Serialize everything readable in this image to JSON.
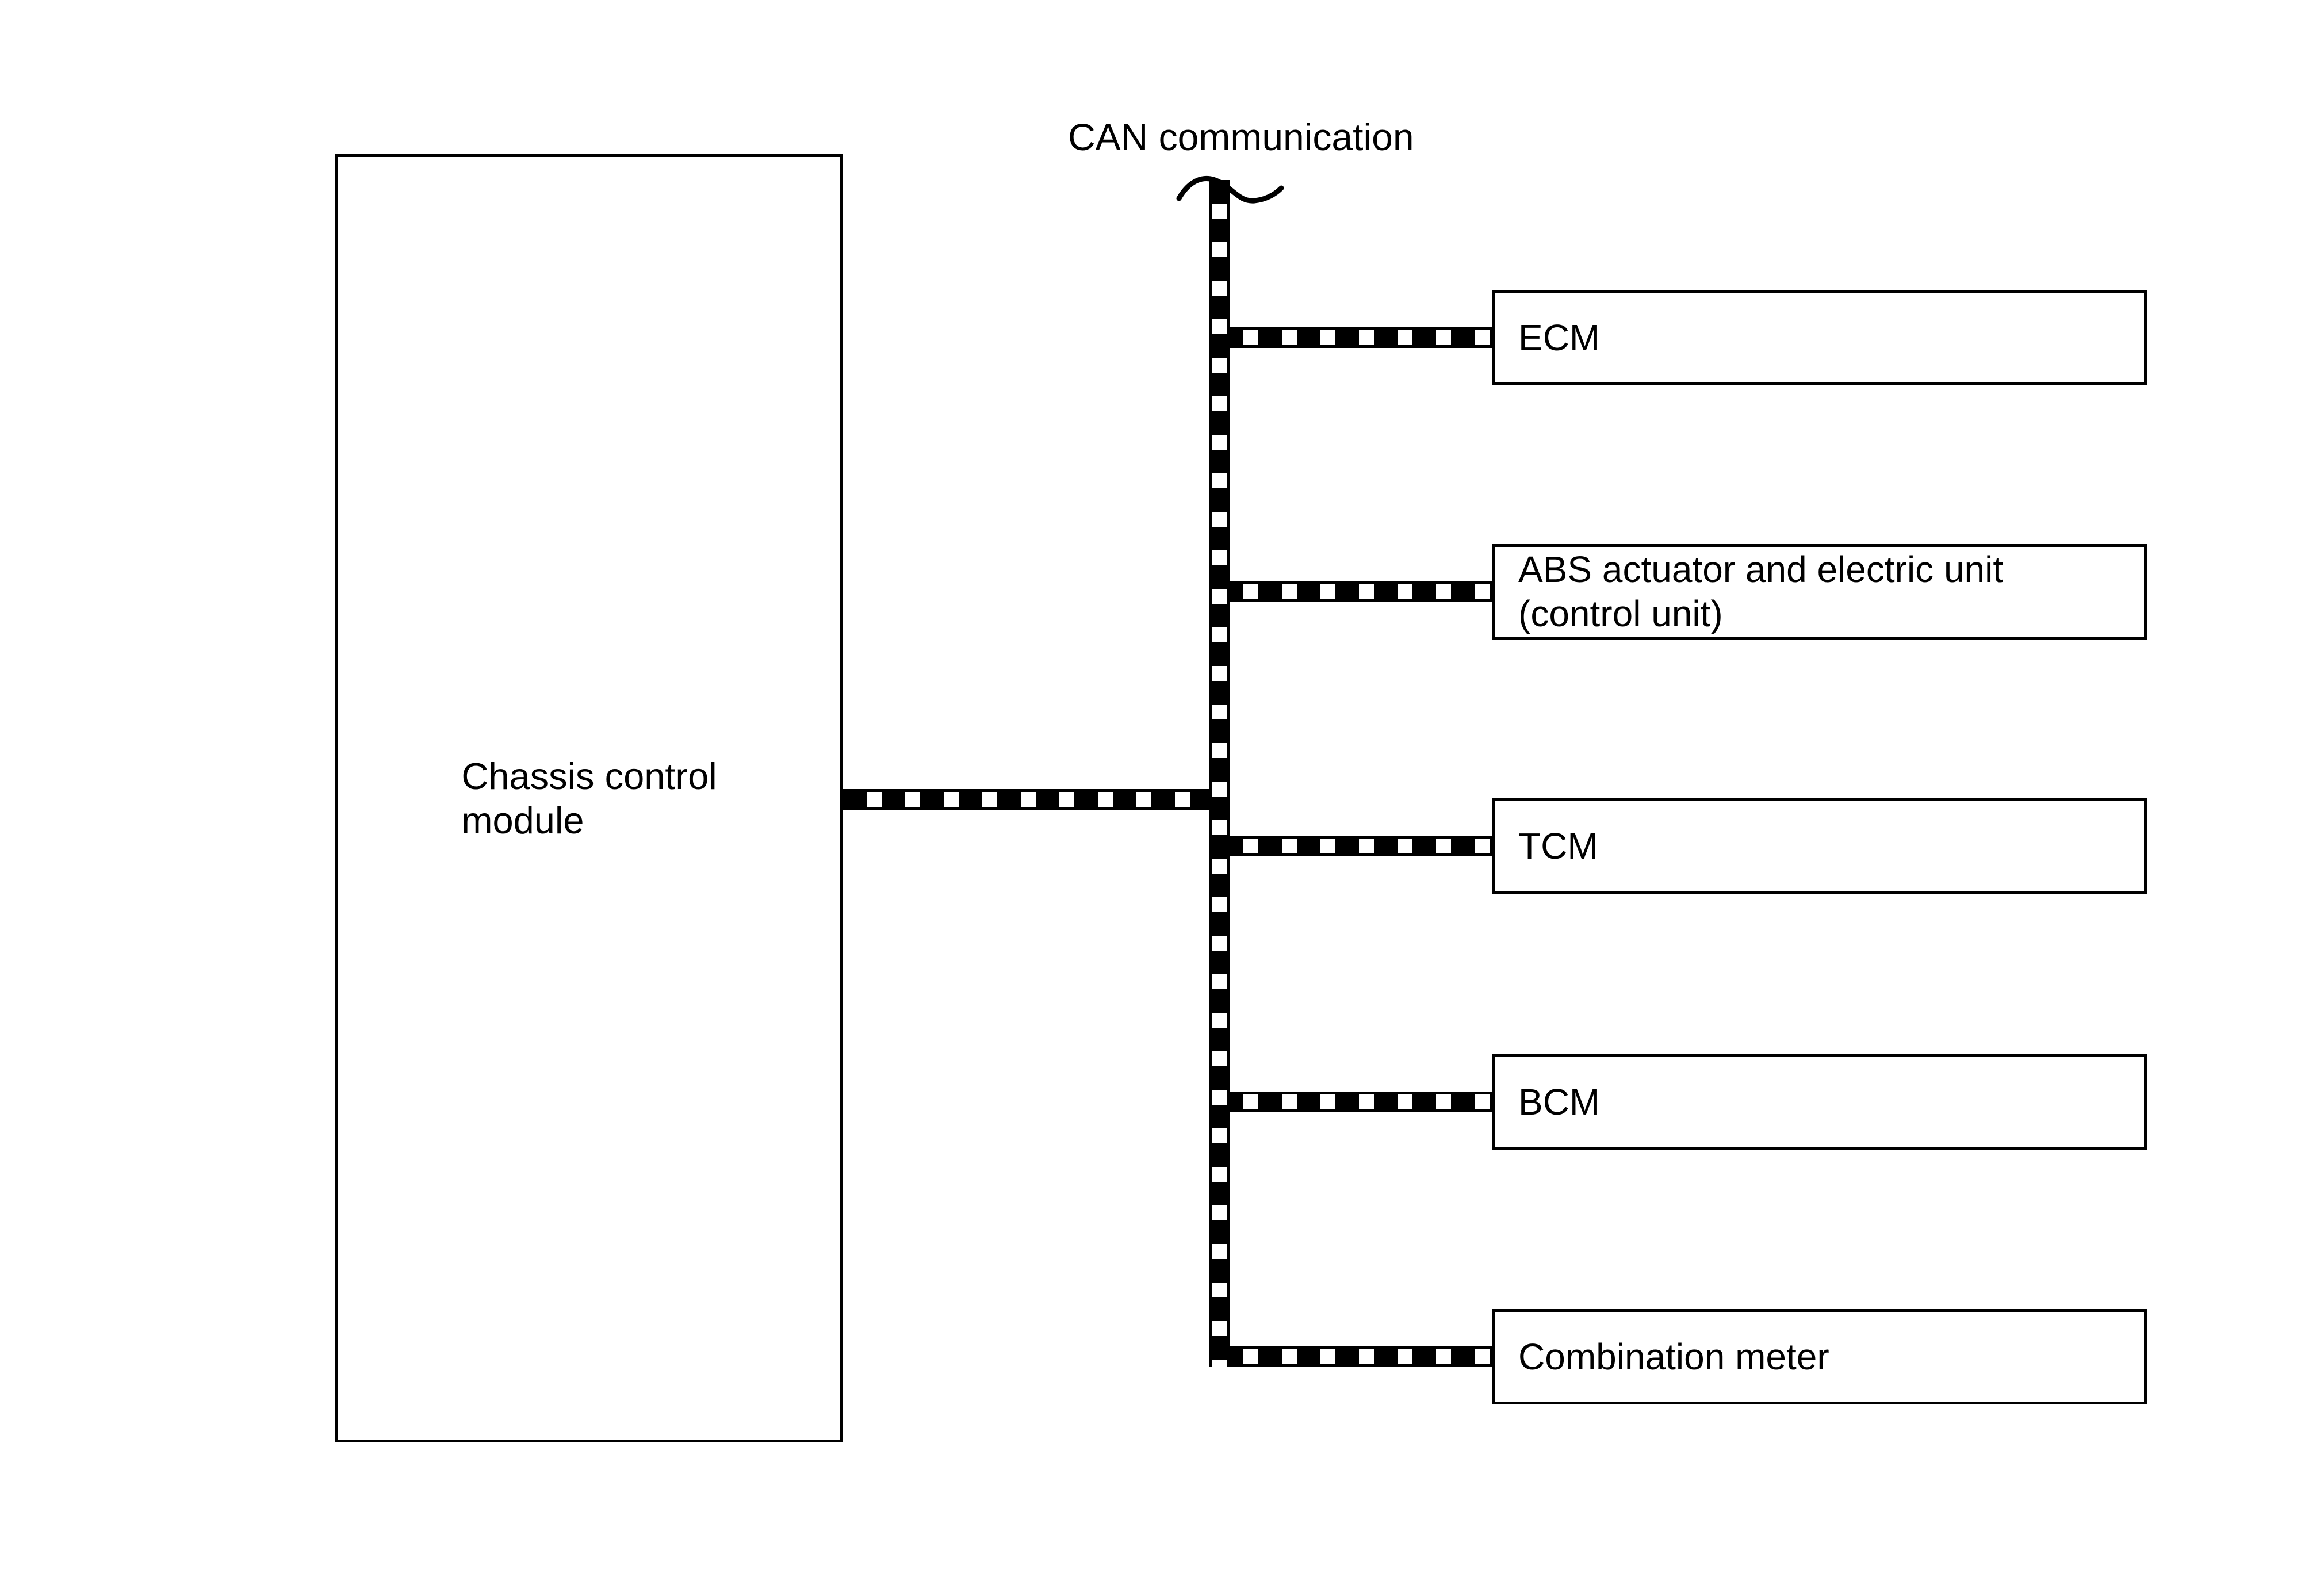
{
  "diagram": {
    "background_color": "#ffffff",
    "line_color": "#000000",
    "bus_label": "CAN communication",
    "source_node": {
      "label": "Chassis control\nmodule"
    },
    "nodes": [
      {
        "id": "ecm",
        "label": "ECM"
      },
      {
        "id": "abs",
        "label": "ABS actuator and electric unit\n(control unit)"
      },
      {
        "id": "tcm",
        "label": "TCM"
      },
      {
        "id": "bcm",
        "label": "BCM"
      },
      {
        "id": "combination-meter",
        "label": "Combination meter"
      }
    ]
  }
}
